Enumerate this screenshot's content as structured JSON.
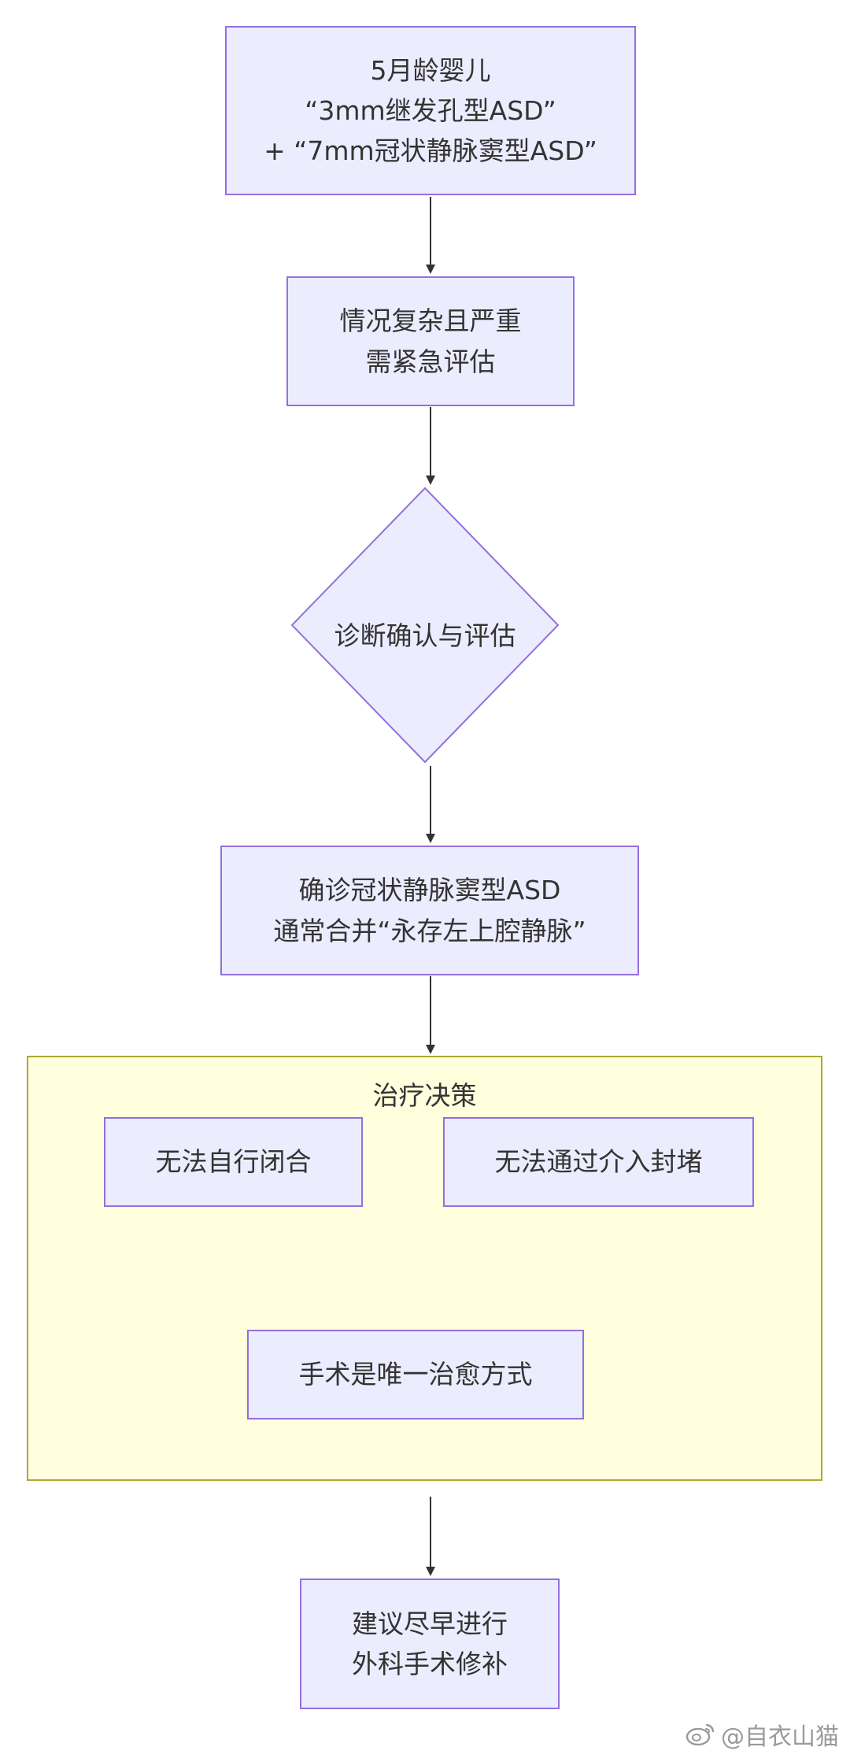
{
  "nodes": {
    "start": [
      "5月龄婴儿",
      "“3mm继发孔型ASD”",
      "+ “7mm冠状静脉窦型ASD”"
    ],
    "complex": [
      "情况复杂且严重",
      "需紧急评估"
    ],
    "diagnose": "诊断确认与评估",
    "confirm": [
      "确诊冠状静脉窦型ASD",
      "通常合并“永存左上腔静脉”"
    ],
    "cannot_close": "无法自行闭合",
    "cannot_intervene": "无法通过介入封堵",
    "surgery_only": "手术是唯一治愈方式",
    "recommend": [
      "建议尽早进行",
      "外科手术修补"
    ]
  },
  "subgraph": {
    "title": "治疗决策"
  },
  "watermark": {
    "icon": "weibo-icon",
    "text": "@自衣山猫"
  },
  "colors": {
    "node_fill": "#ECECFF",
    "node_border": "#9370DB",
    "subgraph_fill": "#FFFFDE",
    "subgraph_border": "#AAAA33",
    "edge": "#333333",
    "text": "#333333"
  }
}
